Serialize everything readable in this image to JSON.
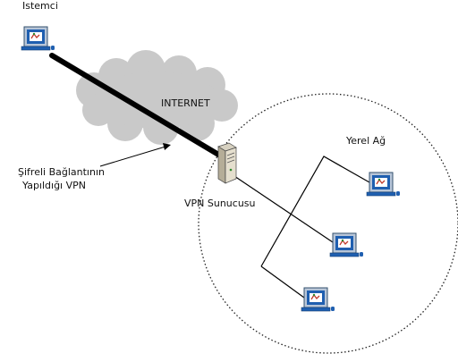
{
  "labels": {
    "client": "Istemci",
    "internet": "INTERNET",
    "local_network": "Yerel Ağ",
    "vpn_server": "VPN Sunucusu",
    "tunnel_line1": "Şifreli Bağlantının",
    "tunnel_line2": "Yapıldığı VPN"
  },
  "icons": {
    "client": "computer-icon",
    "server": "server-icon",
    "local_pcs": [
      "computer-icon",
      "computer-icon",
      "computer-icon"
    ]
  },
  "colors": {
    "cloud": "#c9c9c9",
    "tunnel": "#000000",
    "screen": "#1f5fb0"
  }
}
